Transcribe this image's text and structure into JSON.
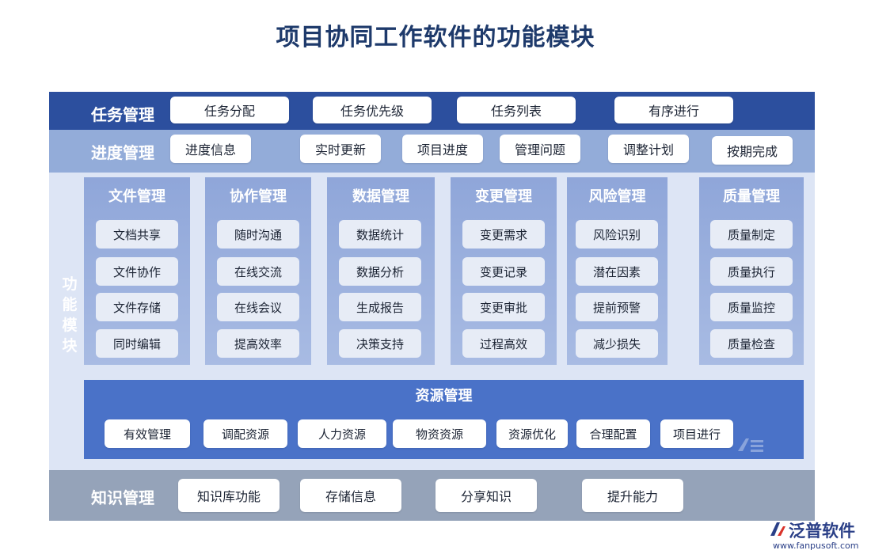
{
  "title": "项目协同工作软件的功能模块",
  "task": {
    "label": "任务管理",
    "items": [
      "任务分配",
      "任务优先级",
      "任务列表",
      "有序进行"
    ]
  },
  "progress": {
    "label": "进度管理",
    "items": [
      "进度信息",
      "实时更新",
      "项目进度",
      "管理问题",
      "调整计划",
      "按期完成"
    ]
  },
  "functions": {
    "label": "功能模块",
    "label_chars": [
      "功",
      "能",
      "模",
      "块"
    ],
    "modules": [
      {
        "title": "文件管理",
        "items": [
          "文档共享",
          "文件协作",
          "文件存储",
          "同时编辑"
        ]
      },
      {
        "title": "协作管理",
        "items": [
          "随时沟通",
          "在线交流",
          "在线会议",
          "提高效率"
        ]
      },
      {
        "title": "数据管理",
        "items": [
          "数据统计",
          "数据分析",
          "生成报告",
          "决策支持"
        ]
      },
      {
        "title": "变更管理",
        "items": [
          "变更需求",
          "变更记录",
          "变更审批",
          "过程高效"
        ]
      },
      {
        "title": "风险管理",
        "items": [
          "风险识别",
          "潜在因素",
          "提前预警",
          "减少损失"
        ]
      },
      {
        "title": "质量管理",
        "items": [
          "质量制定",
          "质量执行",
          "质量监控",
          "质量检查"
        ]
      }
    ],
    "resource": {
      "title": "资源管理",
      "items": [
        "有效管理",
        "调配资源",
        "人力资源",
        "物资资源",
        "资源优化",
        "合理配置",
        "项目进行"
      ]
    }
  },
  "knowledge": {
    "label": "知识管理",
    "items": [
      "知识库功能",
      "存储信息",
      "分享知识",
      "提升能力"
    ]
  },
  "logo": {
    "name": "泛普软件",
    "url": "www.fanpusoft.com",
    "icon": "fanpu-logo-icon",
    "color": "#2a3f87"
  },
  "colors": {
    "title": "#1e3a6b",
    "task_band": "#2c4f9e",
    "progress_band": "#93acd9",
    "function_band": "#dde5f5",
    "resource_band": "#4a72c8",
    "knowledge_band": "#95a3b9"
  }
}
